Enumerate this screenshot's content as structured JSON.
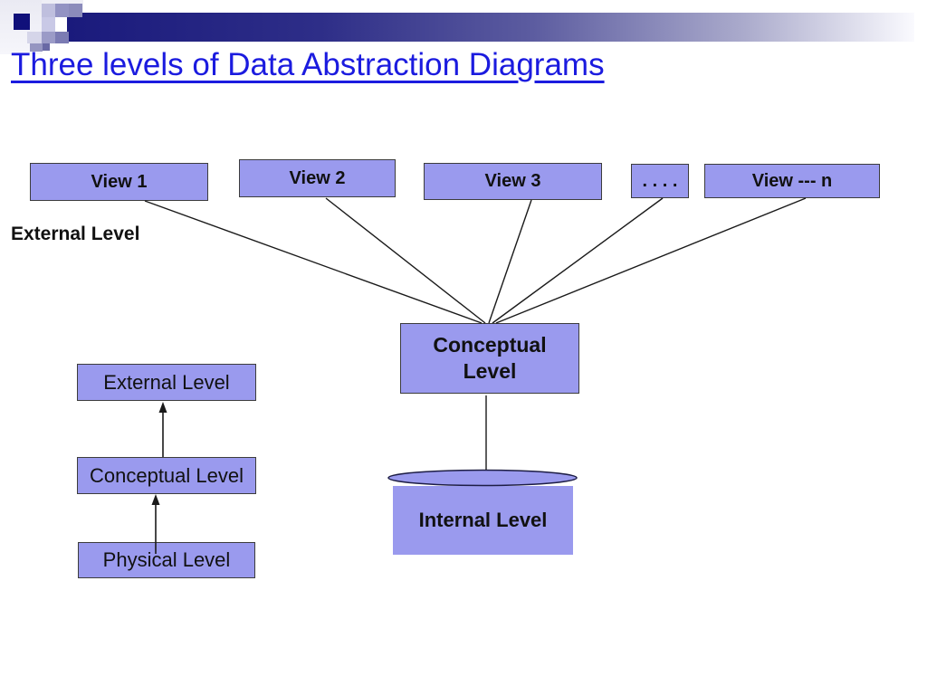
{
  "slide": {
    "title": "Three levels of Data Abstraction Diagrams",
    "title_color": "#1B1BDF",
    "box_fill": "#9A9AEE",
    "line_color": "#1A1A1A"
  },
  "top_row": {
    "boxes": [
      {
        "label": "View 1"
      },
      {
        "label": "View 2"
      },
      {
        "label": "View 3"
      },
      {
        "label": ". . . ."
      },
      {
        "label": "View --- n"
      }
    ]
  },
  "labels": {
    "external_level": "External Level"
  },
  "main_diagram": {
    "conceptual": "Conceptual\nLevel",
    "internal": "Internal Level"
  },
  "side_stack": {
    "boxes": [
      {
        "label": "External Level"
      },
      {
        "label": "Conceptual Level"
      },
      {
        "label": "Physical Level"
      }
    ]
  },
  "diagram": {
    "edges": [
      "View 1 -> Conceptual Level",
      "View 2 -> Conceptual Level",
      "View 3 -> Conceptual Level",
      ". . . . -> Conceptual Level",
      "View --- n -> Conceptual Level",
      "Conceptual Level -> Internal Level",
      "Physical Level -> Conceptual Level (arrow up)",
      "Conceptual Level -> External Level (arrow up)"
    ]
  }
}
